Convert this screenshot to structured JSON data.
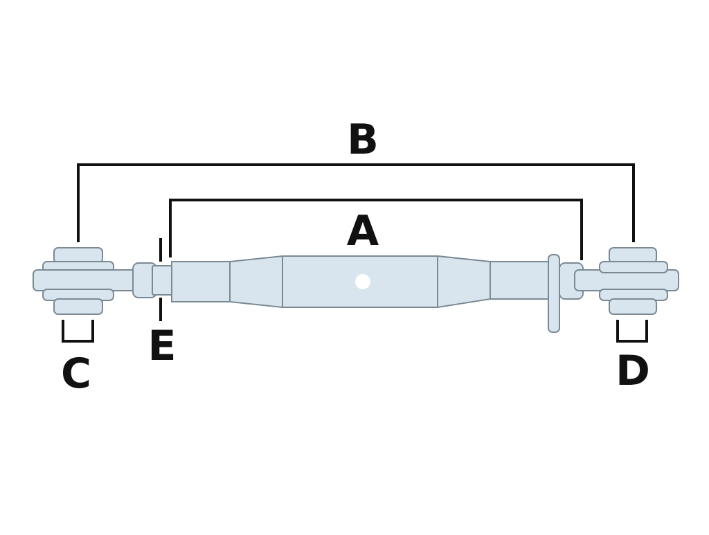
{
  "labels": {
    "a": "A",
    "b": "B",
    "c": "C",
    "d": "D",
    "e": "E"
  },
  "colors": {
    "part_fill": "#d9e5ee",
    "part_stroke": "#7a8a94",
    "dimension_line": "#111111",
    "label": "#111111",
    "background": "#ffffff"
  }
}
